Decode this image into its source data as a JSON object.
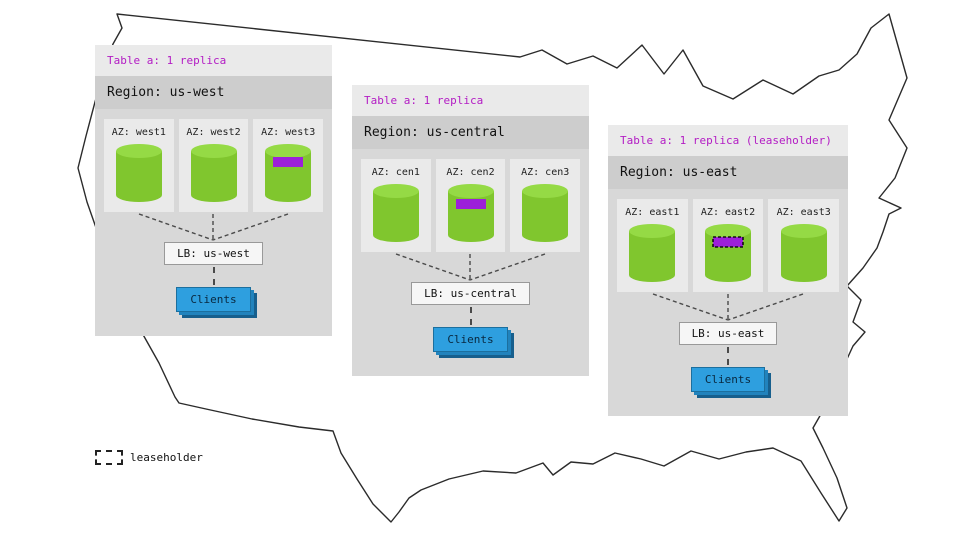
{
  "colors": {
    "accent_purple": "#b31cc4",
    "replica_green": "#80c62e",
    "replica_green_top": "#95da45",
    "patch_purple": "#9c20d9",
    "clients_blue": "#2e9fdf",
    "panel_gray": "#d8d8d8"
  },
  "legend": {
    "label": "leaseholder"
  },
  "regions": [
    {
      "header": "Table a: 1 replica",
      "region_label": "Region: us-west",
      "azs": [
        {
          "label": "AZ: west1",
          "has_range_patch": false,
          "leaseholder": false
        },
        {
          "label": "AZ: west2",
          "has_range_patch": false,
          "leaseholder": false
        },
        {
          "label": "AZ: west3",
          "has_range_patch": true,
          "leaseholder": false
        }
      ],
      "lb_label": "LB: us-west",
      "clients_label": "Clients"
    },
    {
      "header": "Table a: 1 replica",
      "region_label": "Region: us-central",
      "azs": [
        {
          "label": "AZ: cen1",
          "has_range_patch": false,
          "leaseholder": false
        },
        {
          "label": "AZ: cen2",
          "has_range_patch": true,
          "leaseholder": false
        },
        {
          "label": "AZ: cen3",
          "has_range_patch": false,
          "leaseholder": false
        }
      ],
      "lb_label": "LB: us-central",
      "clients_label": "Clients"
    },
    {
      "header": "Table a: 1 replica (leaseholder)",
      "region_label": "Region: us-east",
      "azs": [
        {
          "label": "AZ: east1",
          "has_range_patch": false,
          "leaseholder": false
        },
        {
          "label": "AZ: east2",
          "has_range_patch": true,
          "leaseholder": true
        },
        {
          "label": "AZ: east3",
          "has_range_patch": false,
          "leaseholder": false
        }
      ],
      "lb_label": "LB: us-east",
      "clients_label": "Clients"
    }
  ]
}
